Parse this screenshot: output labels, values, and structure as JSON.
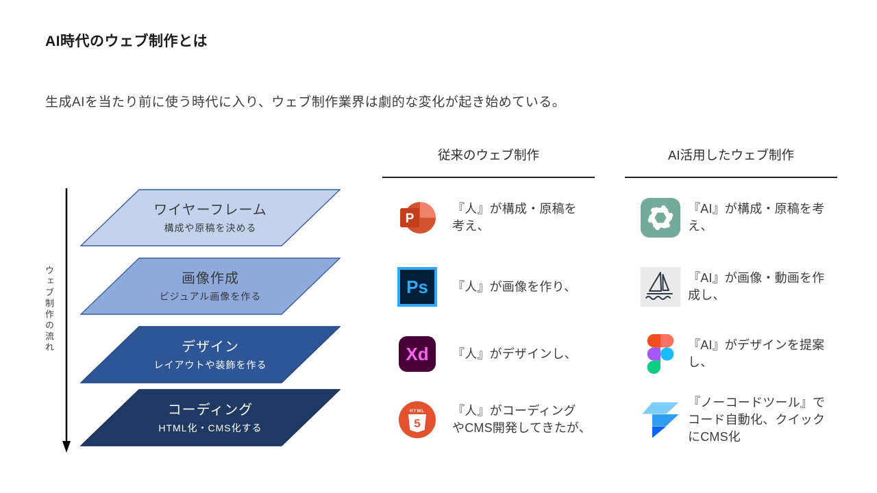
{
  "slide": {
    "title": "AI時代のウェブ制作とは",
    "intro": "生成AIを当たり前に使う時代に入り、ウェブ制作業界は劇的な変化が起き始めている。"
  },
  "flow": {
    "axis_label": "ウェブ制作の流れ",
    "steps": [
      {
        "title": "ワイヤーフレーム",
        "subtitle": "構成や原稿を決める",
        "fill": "#c3d3ee",
        "stroke": "#3a5f9b",
        "text_color": "#3d3d3d"
      },
      {
        "title": "画像作成",
        "subtitle": "ビジュアル画像を作る",
        "fill": "#8fa9dc",
        "stroke": "#3a5f9b",
        "text_color": "#383838"
      },
      {
        "title": "デザイン",
        "subtitle": "レイアウトや装飾を作る",
        "fill": "#2e5596",
        "stroke": "#24477e",
        "text_color": "#ffffff"
      },
      {
        "title": "コーディング",
        "subtitle": "HTML化・CMS化する",
        "fill": "#203864",
        "stroke": "#1b3057",
        "text_color": "#ffffff"
      }
    ]
  },
  "columns": [
    {
      "header": "従来のウェブ制作",
      "rows": [
        {
          "icon": "powerpoint-icon",
          "text": "『人』が構成・原稿を\n考え、"
        },
        {
          "icon": "photoshop-icon",
          "text": "『人』が画像を作り、"
        },
        {
          "icon": "adobe-xd-icon",
          "text": "『人』がデザインし、"
        },
        {
          "icon": "html5-icon",
          "text": "『人』がコーディング\nやCMS開発してきたが、"
        }
      ]
    },
    {
      "header": "AI活用したウェブ制作",
      "rows": [
        {
          "icon": "chatgpt-icon",
          "text": "『AI』が構成・原稿を考\nえ、"
        },
        {
          "icon": "midjourney-icon",
          "text": "『AI』が画像・動画を作\n成し、"
        },
        {
          "icon": "figma-icon",
          "text": "『AI』がデザインを提案\nし、"
        },
        {
          "icon": "framer-icon",
          "text": "『ノーコードツール』で\nコード自動化、クイック\nにCMS化"
        }
      ]
    }
  ],
  "icons": {
    "powerpoint": {
      "letter": "P",
      "circle": "#d35230",
      "wedge": "#f1826a",
      "square": "#c43e1c",
      "letter_color": "#ffffff"
    },
    "photoshop": {
      "label": "Ps",
      "bg": "#001e36",
      "accent": "#31a8ff"
    },
    "adobe_xd": {
      "label": "Xd",
      "bg": "#470137",
      "accent": "#ff61f6"
    },
    "html5": {
      "word": "HTML",
      "digit": "5",
      "bg": "#e2522e",
      "shield": "#ffffff"
    },
    "chatgpt": {
      "bg": "#74aa9c",
      "knot": "#ffffff"
    },
    "midjourney": {
      "bg": "#eaeaea",
      "stroke": "#2c3845"
    },
    "figma": {
      "c_red": "#f24e1e",
      "c_salmon": "#ff7262",
      "c_purple": "#a259ff",
      "c_blue": "#1abcfe",
      "c_green": "#0acf83"
    },
    "framer": {
      "c_light": "#7ecdf8",
      "c_mid": "#2f9bf2",
      "c_dark": "#0a63f4"
    }
  },
  "arrow_color": "#000000"
}
